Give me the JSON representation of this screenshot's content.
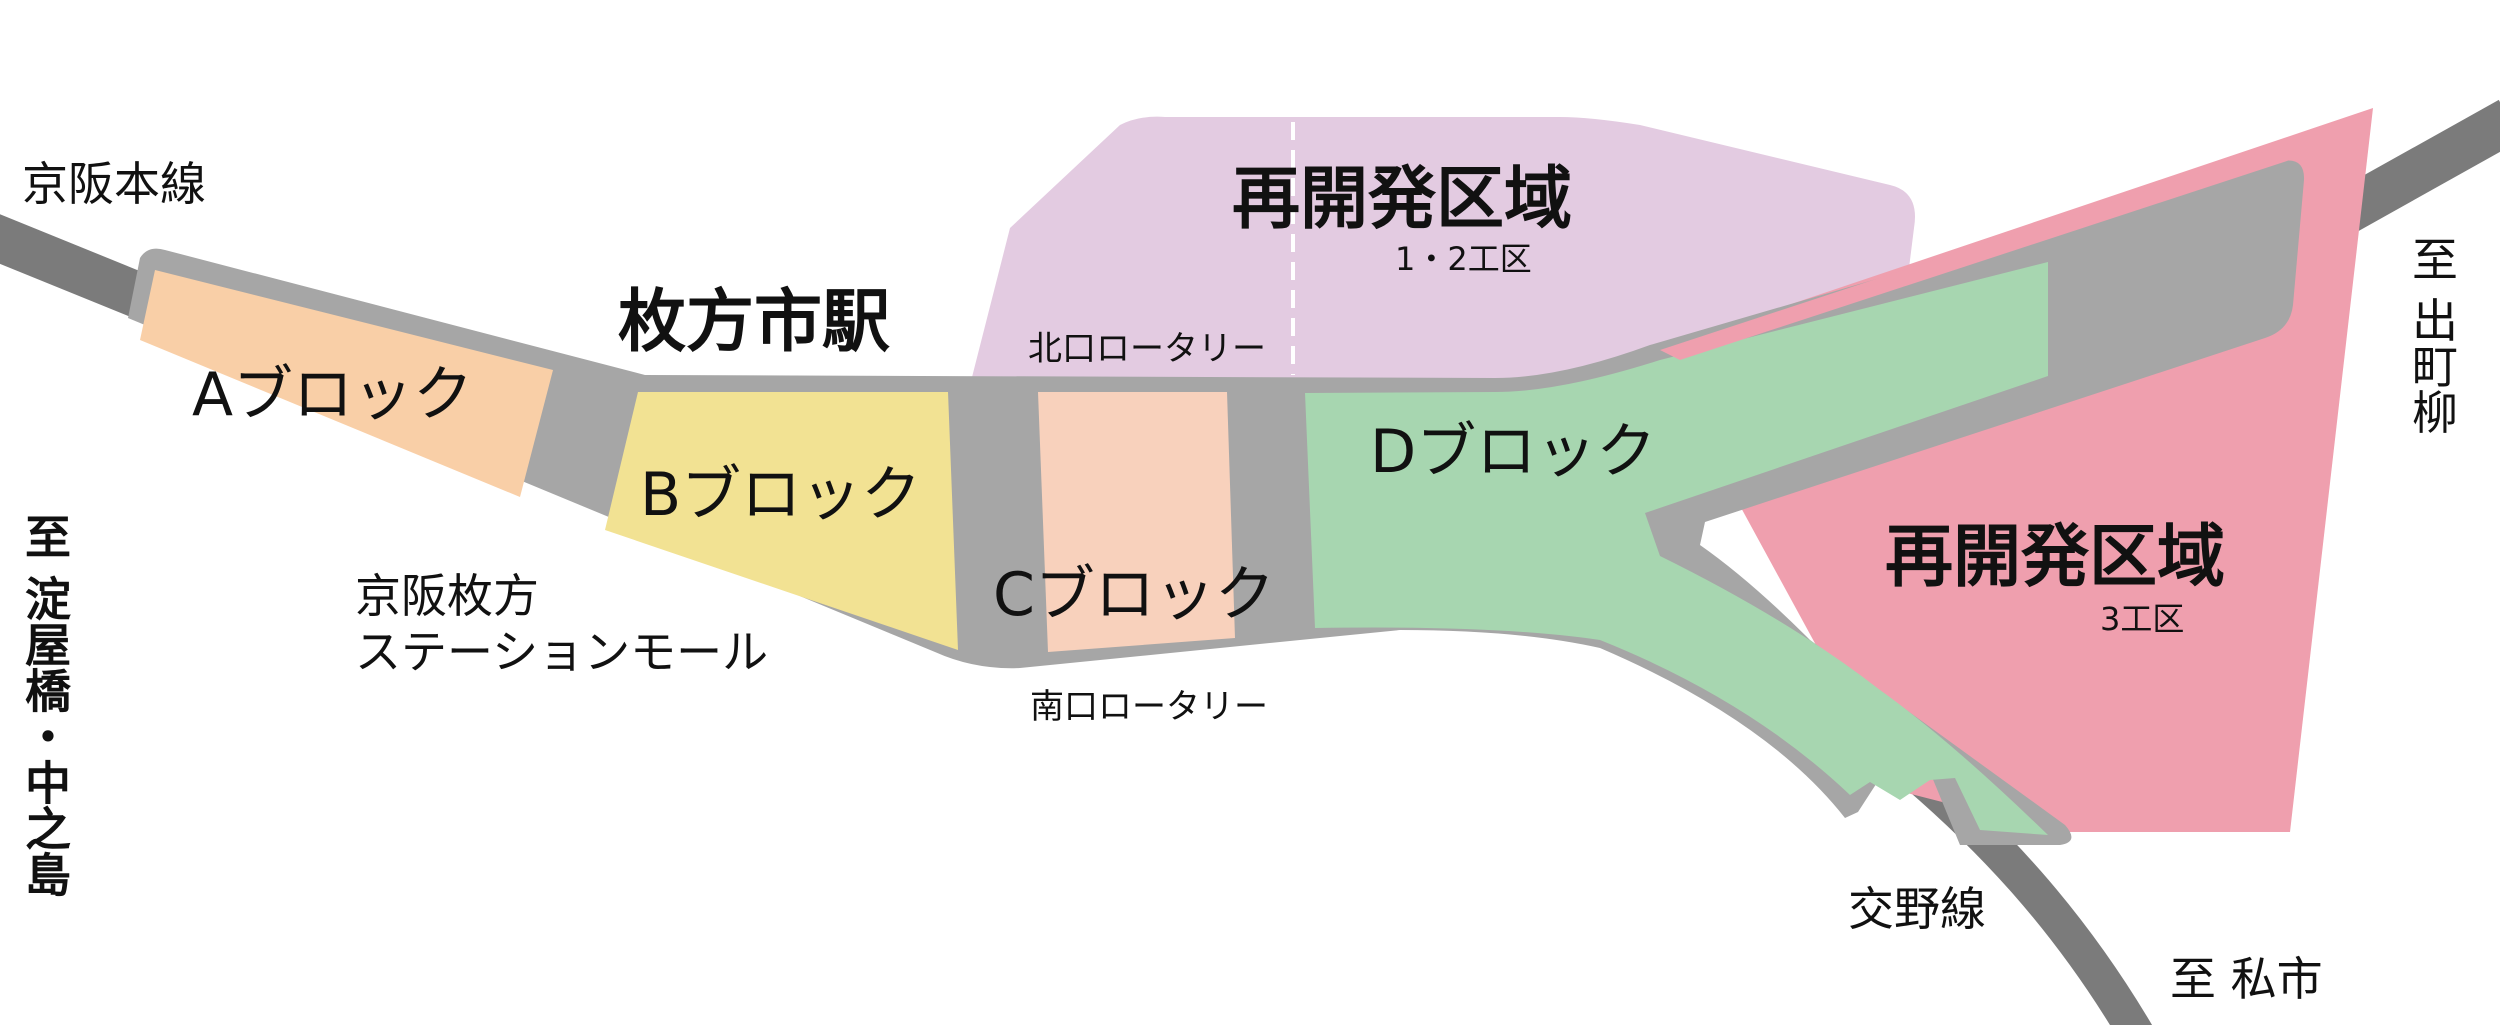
{
  "rail_lines": {
    "keihan_main": "京阪本線",
    "katano": "交野線"
  },
  "directions": {
    "to_yodoyabashi": "至 淀屋橋・中之島",
    "to_demachiyanagi": "至 出町柳",
    "to_kisaichi": "至 私市"
  },
  "station": "枚方市駅",
  "mall": {
    "line1": "京阪枚方",
    "line2": "ステーションモール"
  },
  "rotaries": {
    "north": "北口ロータリー",
    "south": "南口ロータリー"
  },
  "blocks": {
    "a": "Aブロック",
    "b": "Bブロック",
    "c": "Cブロック",
    "d": "Dブロック"
  },
  "redevelopment_north": {
    "name": "再開発区域",
    "sub": "1・2工区"
  },
  "redevelopment_east": {
    "name": "再開発区域",
    "sub": "3工区"
  },
  "colors": {
    "track": "#a6a6a6",
    "line_main": "#7b7b7b",
    "block_a": "#f9cfa7",
    "block_b": "#f2e293",
    "block_c": "#f8d1bc",
    "block_d": "#a7d6b0",
    "redevelopment_north": "#e3cbe1",
    "redevelopment_east": "#ef9fae"
  }
}
